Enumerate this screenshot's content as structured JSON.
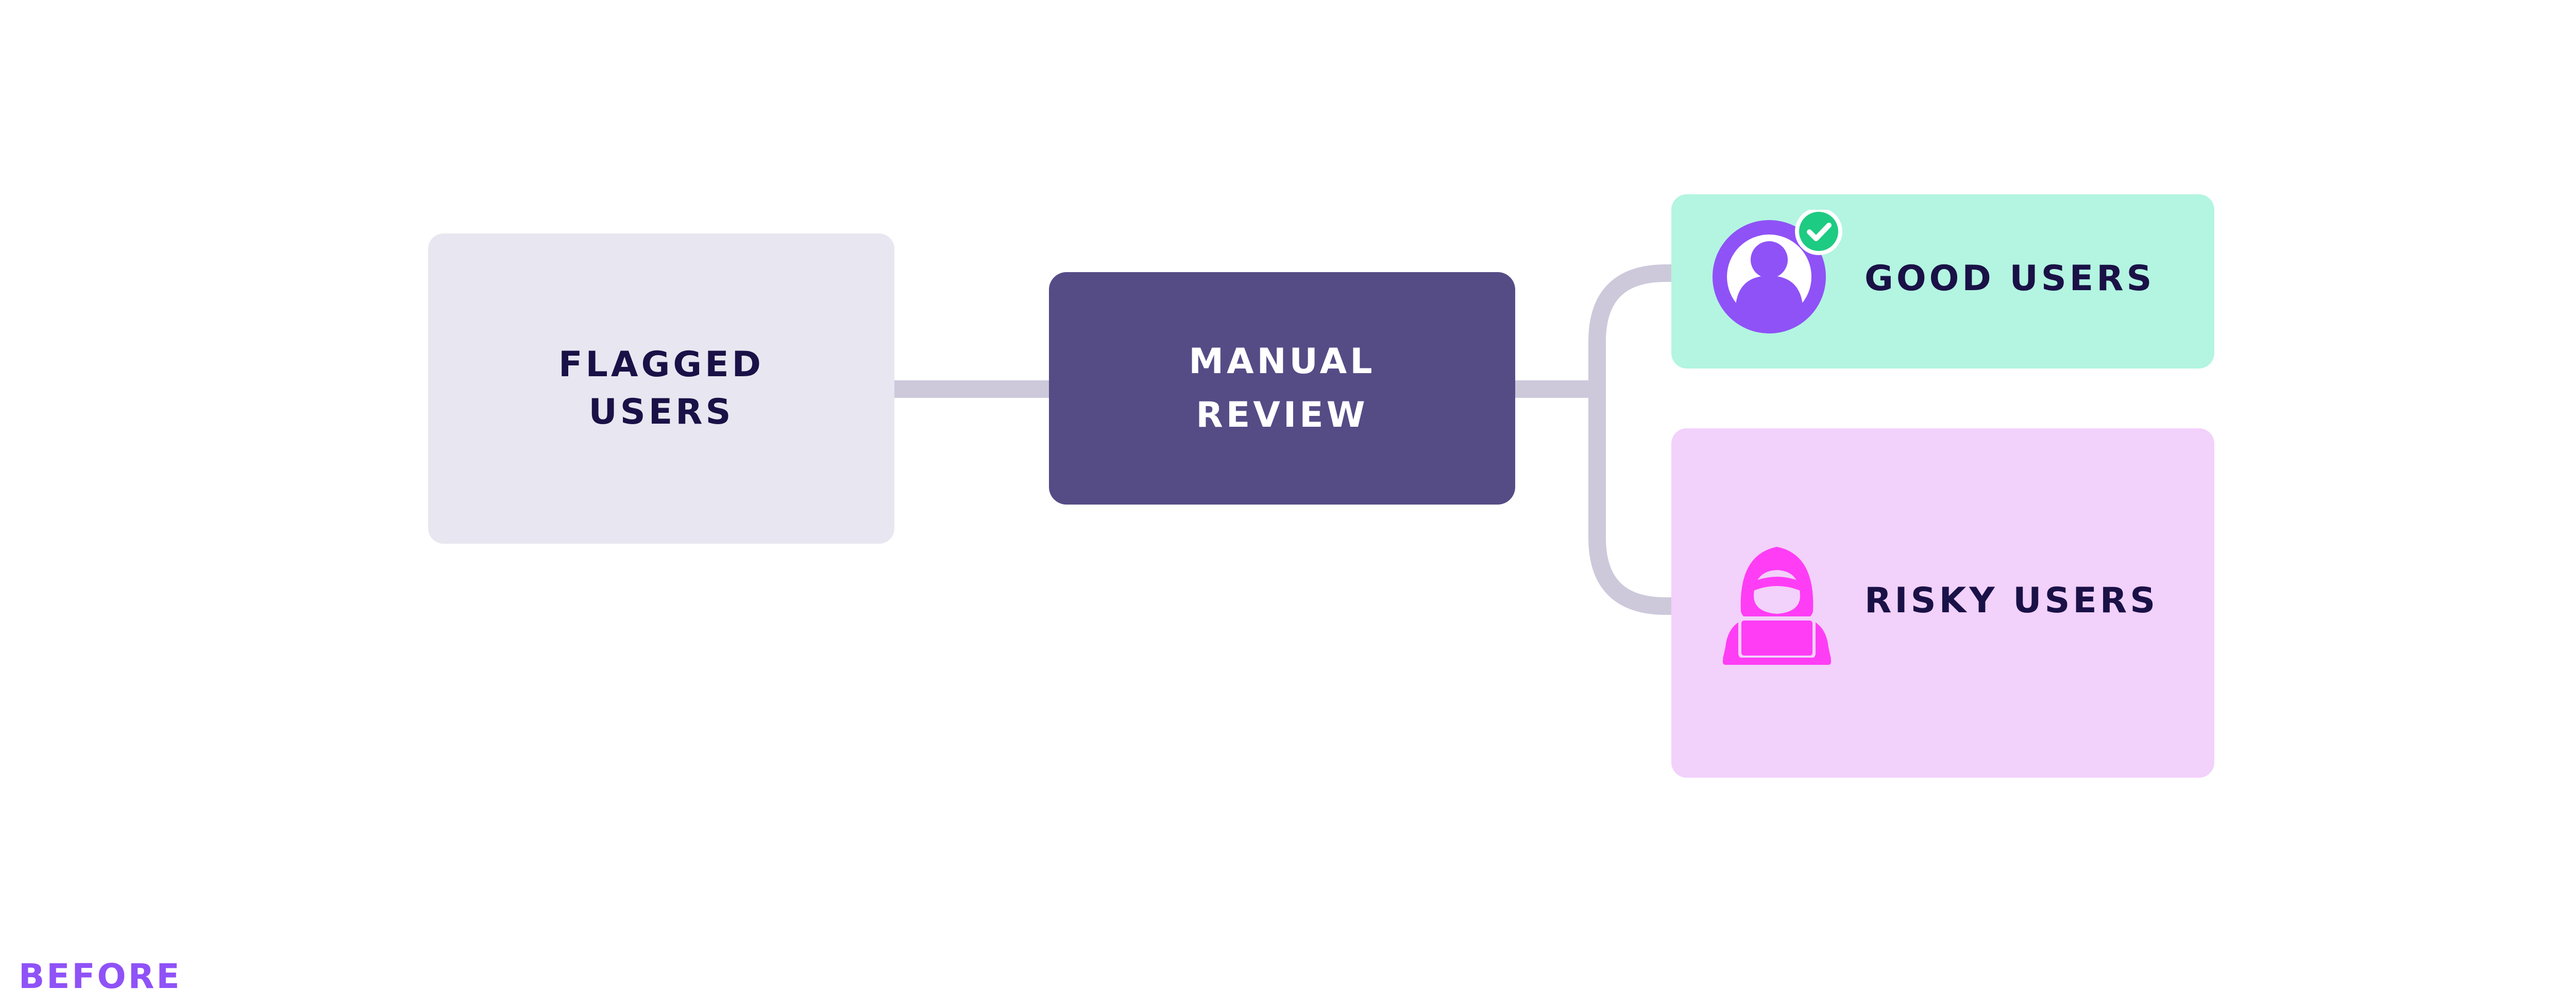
{
  "diagram": {
    "flagged": {
      "line1": "FLAGGED",
      "line2": "USERS"
    },
    "review": {
      "line1": "MANUAL",
      "line2": "REVIEW"
    },
    "good": {
      "label": "GOOD USERS",
      "icon": "verified-user-icon"
    },
    "risky": {
      "label": "RISKY USERS",
      "icon": "hooded-hacker-icon"
    }
  },
  "footer": {
    "label": "BEFORE"
  },
  "colors": {
    "connector": "#cdc9db",
    "flagged_bg": "#e8e6f0",
    "review_bg": "#554c86",
    "good_bg": "#b3f5e1",
    "risky_bg": "#f2d1fb",
    "text_dark": "#1a1147",
    "accent_purple": "#8f52f7",
    "hacker_pink": "#ff3df5",
    "check_green": "#1ecb82"
  }
}
